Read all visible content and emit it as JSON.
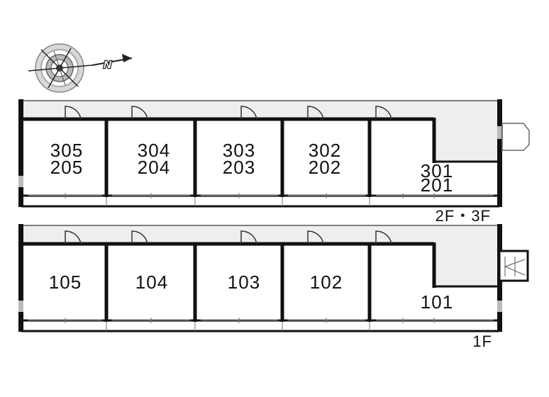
{
  "compass": {
    "north_label": "N",
    "icon": "compass-icon"
  },
  "upper_floors": {
    "floor_label": "2F・3F",
    "units": [
      {
        "top": "305",
        "bottom": "205"
      },
      {
        "top": "304",
        "bottom": "204"
      },
      {
        "top": "303",
        "bottom": "203"
      },
      {
        "top": "302",
        "bottom": "202"
      },
      {
        "top": "301",
        "bottom": "201"
      }
    ]
  },
  "ground_floor": {
    "floor_label": "1F",
    "units": [
      "105",
      "104",
      "103",
      "102",
      "101"
    ]
  },
  "colors": {
    "wall": "#111111",
    "corridor": "#eeeeee",
    "window": "#999999"
  }
}
